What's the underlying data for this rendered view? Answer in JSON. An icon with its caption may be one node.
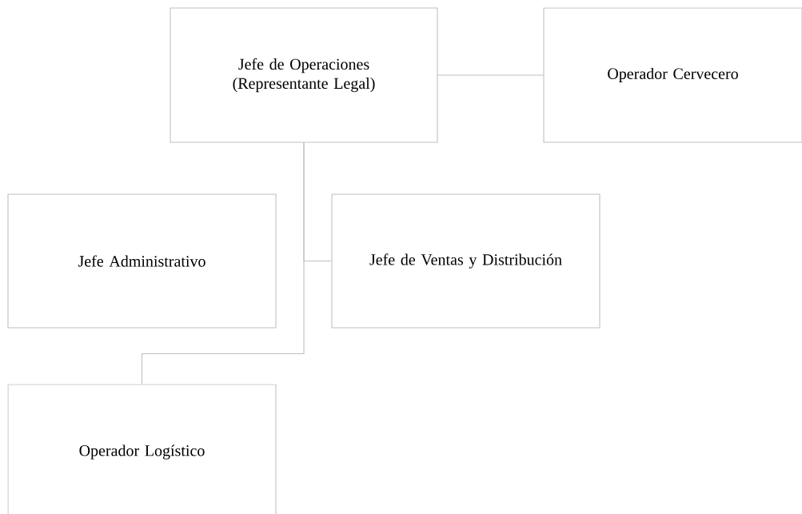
{
  "diagram": {
    "nodes": [
      {
        "text": [
          "Jefe de Operaciones (Representante Legal)"
        ]
      },
      {
        "text": [
          "Operador Cervecero"
        ]
      },
      {
        "text": [
          "Jefe Administrativo"
        ]
      },
      {
        "text": [
          "Jefe de Ventas y Distribución"
        ]
      },
      {
        "text": [
          "Operador Logístico"
        ]
      }
    ],
    "edges": [
      {
        "from": 0,
        "to": 1,
        "arrow": "none"
      },
      {
        "from": 0,
        "to": 3,
        "arrow": "none"
      },
      {
        "from": 0,
        "to": 4,
        "arrow": "none"
      }
    ]
  }
}
